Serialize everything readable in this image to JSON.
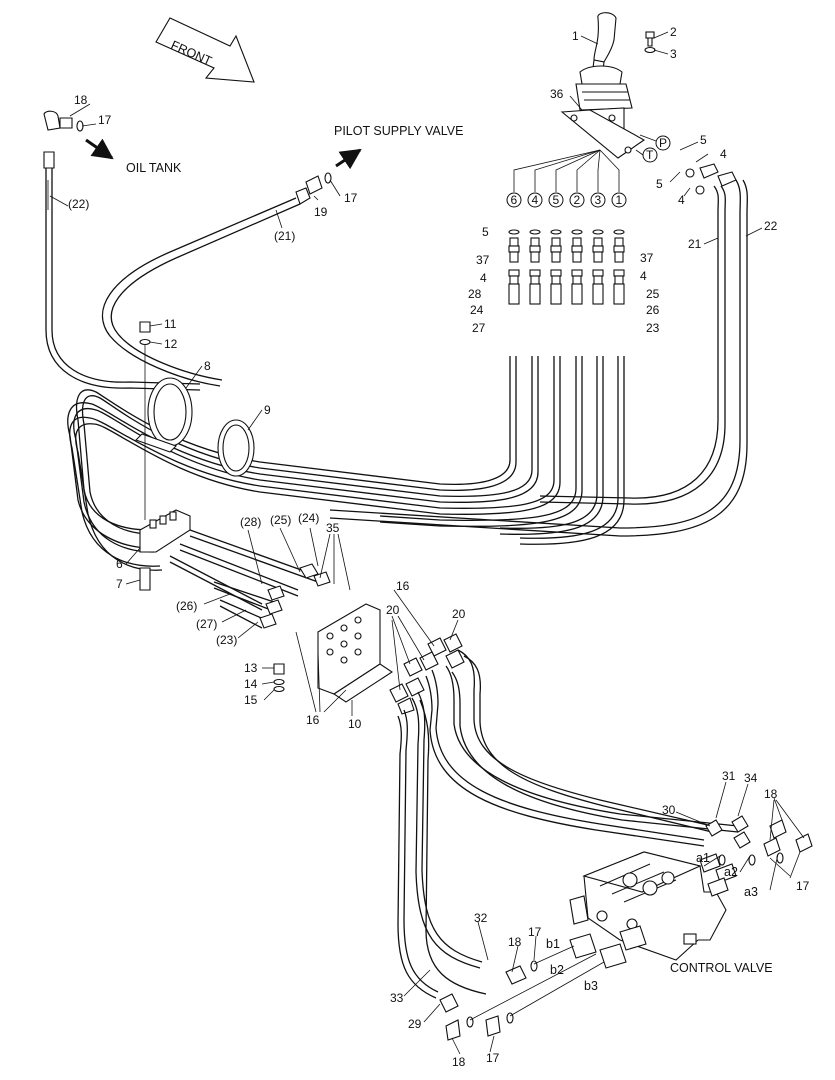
{
  "labels": {
    "front": "FRONT",
    "oil_tank": "OIL TANK",
    "pilot_supply_valve": "PILOT SUPPLY VALVE",
    "control_valve": "CONTROL VALVE"
  },
  "port_symbols": {
    "p": "P",
    "t": "T"
  },
  "port_circles": [
    "6",
    "4",
    "5",
    "2",
    "3",
    "1"
  ],
  "part_numbers": {
    "n1": "1",
    "n2": "2",
    "n3": "3",
    "n36": "36",
    "n5a": "5",
    "n5b": "5",
    "n5c": "5",
    "n4a": "4",
    "n4b": "4",
    "n4c": "4",
    "n4d": "4",
    "n22": "22",
    "n21": "21",
    "n37a": "37",
    "n37b": "37",
    "n28": "28",
    "n24": "24",
    "n27": "27",
    "n25": "25",
    "n26": "26",
    "n23": "23",
    "n18a": "18",
    "n17a": "17",
    "p22": "(22)",
    "n19": "19",
    "n17b": "17",
    "p21": "(21)",
    "n11": "11",
    "n12": "12",
    "n8": "8",
    "n9": "9",
    "n6": "6",
    "n7": "7",
    "p28": "(28)",
    "p25": "(25)",
    "p24": "(24)",
    "n35": "35",
    "p26": "(26)",
    "p27": "(27)",
    "p23": "(23)",
    "n16a": "16",
    "n20a": "20",
    "n20b": "20",
    "n13": "13",
    "n14": "14",
    "n15": "15",
    "n16b": "16",
    "n10": "10",
    "n31": "31",
    "n34": "34",
    "n30": "30",
    "n18b": "18",
    "a1": "a1",
    "a2": "a2",
    "a3": "a3",
    "n17c": "17",
    "n32": "32",
    "n18c": "18",
    "n17d": "17",
    "b1": "b1",
    "b2": "b2",
    "b3": "b3",
    "n33": "33",
    "n29": "29",
    "n18d": "18",
    "n17e": "17"
  }
}
